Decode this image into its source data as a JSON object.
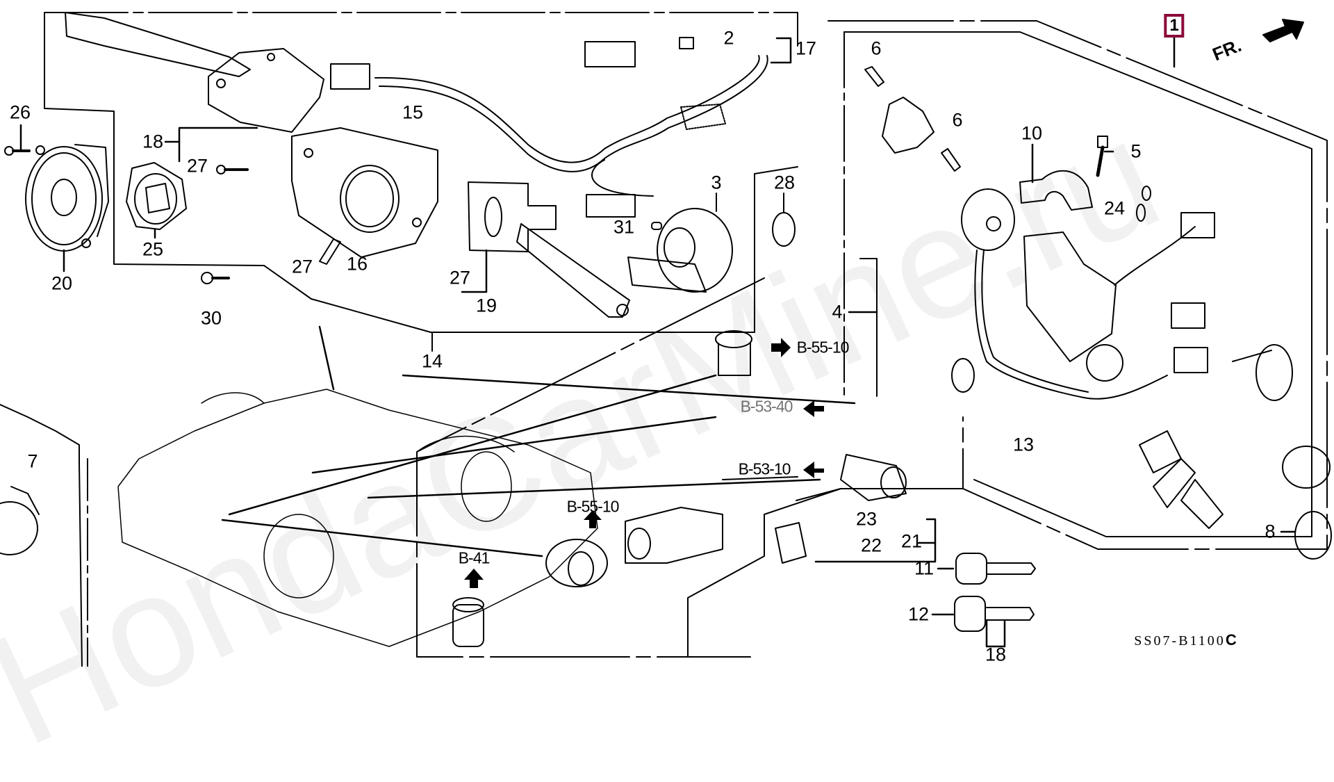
{
  "diagram": {
    "title": "Combination Switch / Key Cylinder Set",
    "figure_code": "SS07-B1100",
    "figure_code_suffix": "C",
    "front_indicator": "FR.",
    "watermark": "HondaCarMine.ru",
    "highlight_color": "#8b0a3a",
    "highlighted_callout": "1",
    "callouts": [
      {
        "id": "1",
        "label": "1"
      },
      {
        "id": "2",
        "label": "2"
      },
      {
        "id": "3",
        "label": "3"
      },
      {
        "id": "4",
        "label": "4"
      },
      {
        "id": "5",
        "label": "5"
      },
      {
        "id": "6a",
        "label": "6"
      },
      {
        "id": "6b",
        "label": "6"
      },
      {
        "id": "7",
        "label": "7"
      },
      {
        "id": "8",
        "label": "8"
      },
      {
        "id": "10",
        "label": "10"
      },
      {
        "id": "11",
        "label": "11"
      },
      {
        "id": "12",
        "label": "12"
      },
      {
        "id": "13",
        "label": "13"
      },
      {
        "id": "14",
        "label": "14"
      },
      {
        "id": "15",
        "label": "15"
      },
      {
        "id": "16",
        "label": "16"
      },
      {
        "id": "17",
        "label": "17"
      },
      {
        "id": "18a",
        "label": "18"
      },
      {
        "id": "18b",
        "label": "18"
      },
      {
        "id": "19",
        "label": "19"
      },
      {
        "id": "20",
        "label": "20"
      },
      {
        "id": "21",
        "label": "21"
      },
      {
        "id": "22",
        "label": "22"
      },
      {
        "id": "23",
        "label": "23"
      },
      {
        "id": "24",
        "label": "24"
      },
      {
        "id": "25",
        "label": "25"
      },
      {
        "id": "26",
        "label": "26"
      },
      {
        "id": "27a",
        "label": "27"
      },
      {
        "id": "27b",
        "label": "27"
      },
      {
        "id": "27c",
        "label": "27"
      },
      {
        "id": "28",
        "label": "28"
      },
      {
        "id": "30",
        "label": "30"
      },
      {
        "id": "31",
        "label": "31"
      }
    ],
    "references": [
      {
        "id": "ref-b-55-10-right",
        "label": "B-55-10",
        "arrow": "right"
      },
      {
        "id": "ref-b-53-40",
        "label": "B-53-40",
        "arrow": "left"
      },
      {
        "id": "ref-b-53-10",
        "label": "B-53-10",
        "arrow": "left"
      },
      {
        "id": "ref-b-55-10-up",
        "label": "B-55-10",
        "arrow": "up"
      },
      {
        "id": "ref-b-41",
        "label": "B-41",
        "arrow": "up"
      }
    ]
  }
}
